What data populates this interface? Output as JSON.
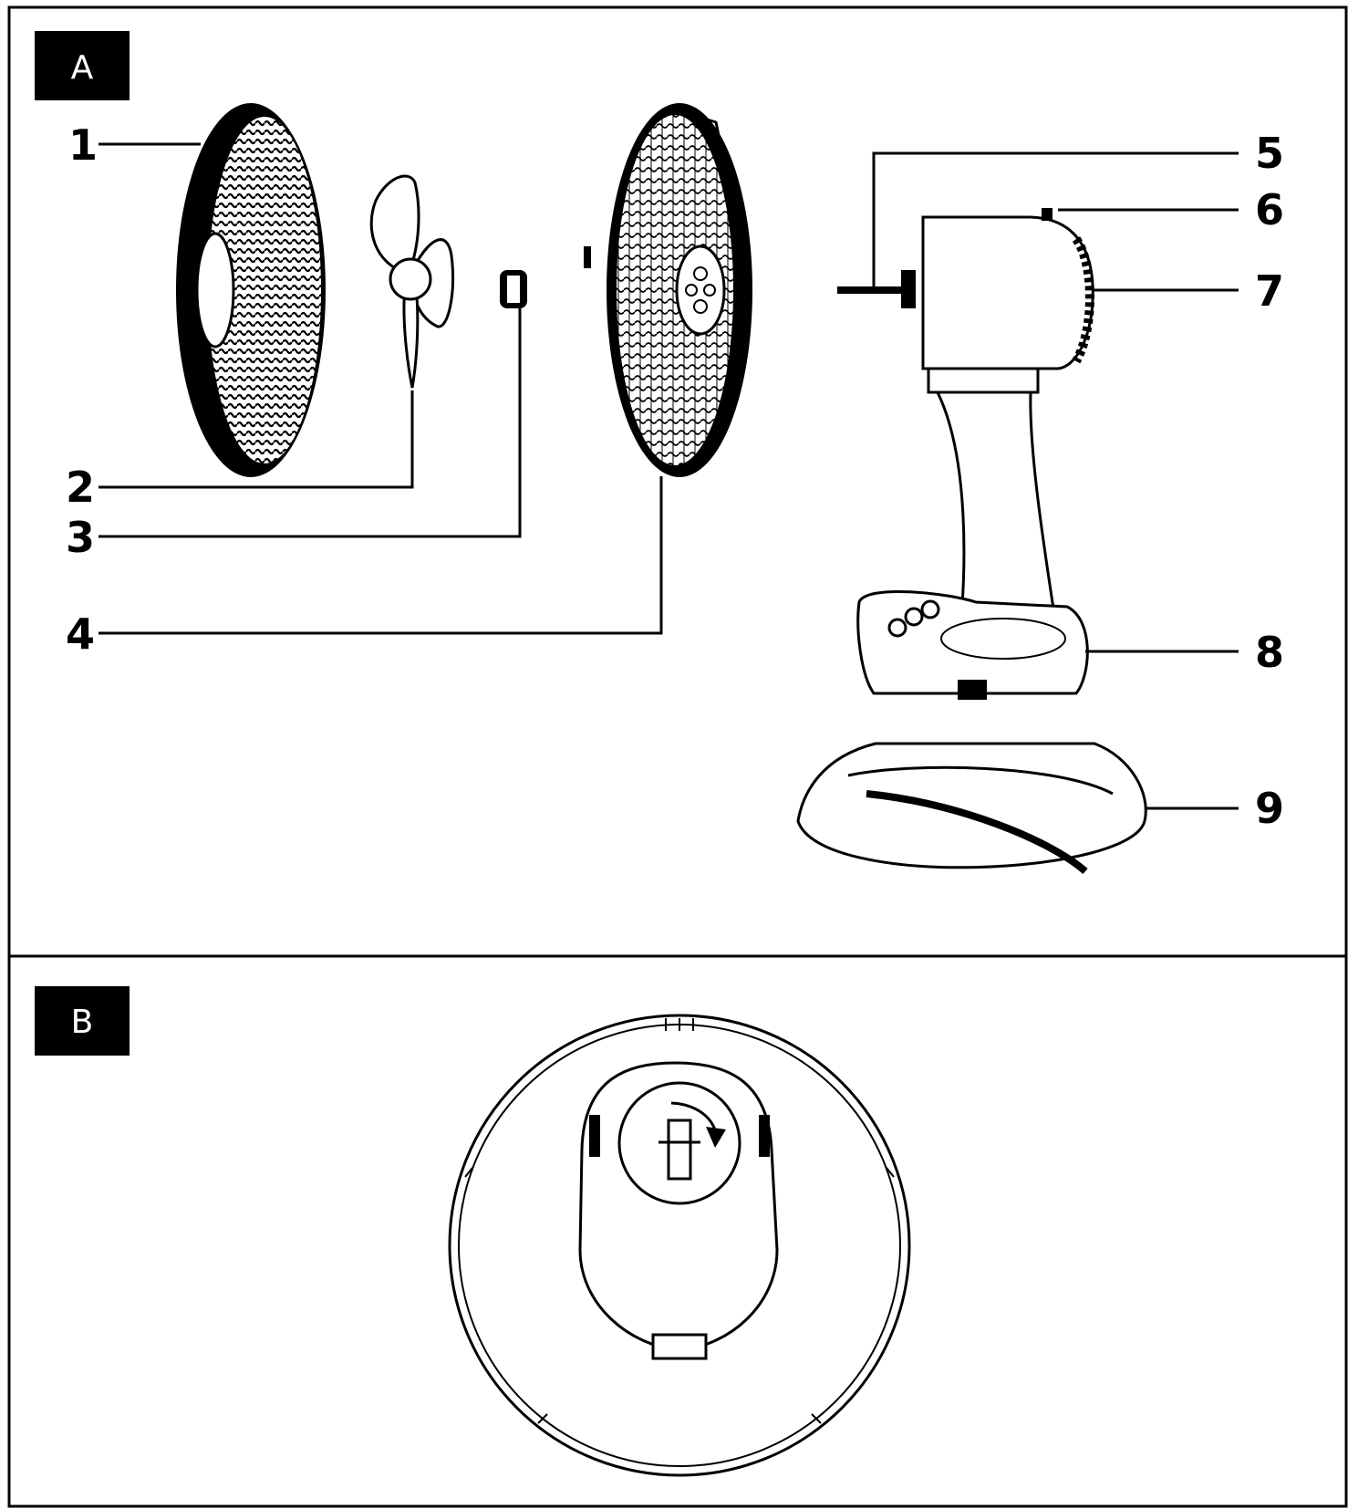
{
  "panels": [
    {
      "id": "A",
      "label": "A"
    },
    {
      "id": "B",
      "label": "B"
    }
  ],
  "parts": [
    {
      "number": "1",
      "part": "front-grille"
    },
    {
      "number": "2",
      "part": "fan-blade"
    },
    {
      "number": "3",
      "part": "blade-nut"
    },
    {
      "number": "4",
      "part": "rear-grille"
    },
    {
      "number": "5",
      "part": "motor-shaft"
    },
    {
      "number": "6",
      "part": "oscillation-knob"
    },
    {
      "number": "7",
      "part": "motor-housing"
    },
    {
      "number": "8",
      "part": "stand-with-switches"
    },
    {
      "number": "9",
      "part": "base"
    }
  ],
  "colors": {
    "ink": "#000000",
    "paper": "#ffffff"
  }
}
